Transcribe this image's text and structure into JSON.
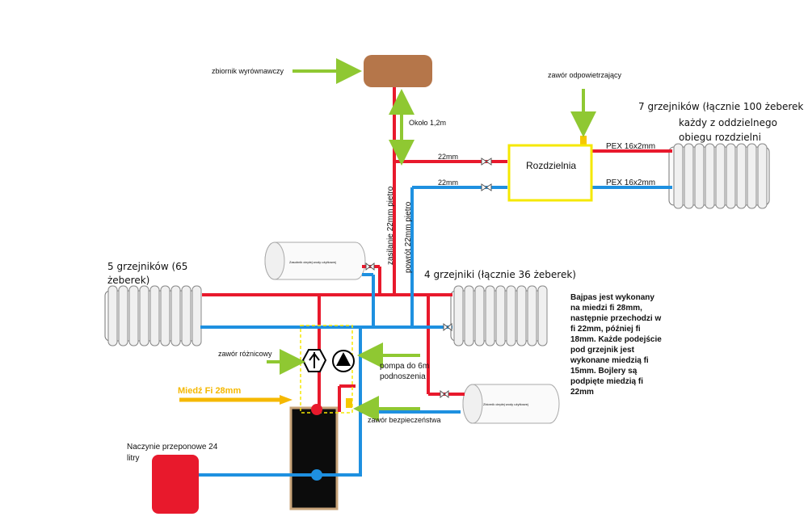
{
  "labels": {
    "expansion_tank": "zbiornik wyrównawczy",
    "height": "Około 1,2m",
    "supply_floor": "zasilanie 22mm pietro",
    "return_floor": "powrót 22mm pietro",
    "pipe_22_top": "22mm",
    "pipe_22_bottom": "22mm",
    "manifold": "Rozdzielnia",
    "air_valve": "zawór odpowietrzający",
    "pex_top": "PEX 16x2mm",
    "pex_bottom": "PEX 16x2mm",
    "rad7_line1": "7 grzejników (łącznie 100 żeberek",
    "rad7_line2": "każdy z oddzielnego",
    "rad7_line3": "obiegu rozdzielni",
    "rad5_line1": "5 grzejników (65",
    "rad5_line2": "żeberek)",
    "rad4": "4 grzejniki (łącznie 36 żeberek)",
    "boiler_top_text": "Zasobnik ciepłej wody użytkowej",
    "boiler_bottom_text": "Zbiornik ciepłej wody użytkowej",
    "diff_valve": "zawór różnicowy",
    "pump_line1": "pompa do 6m",
    "pump_line2": "podnoszenia",
    "copper": "Miedź Fi 28mm",
    "safety_valve": "zawór bezpieczeństwa",
    "membrane_line1": "Naczynie przeponowe 24",
    "membrane_line2": "litry",
    "note": [
      "Bajpas jest wykonany",
      "na miedzi fi 28mm,",
      "następnie przechodzi w",
      "fi 22mm, później fi",
      "18mm. Każde podejście",
      "pod grzejnik jest",
      "wykonane miedzią fi",
      "15mm. Bojlery są",
      "podpięte miedzią fi",
      "22mm"
    ]
  },
  "colors": {
    "supply": "#e8192c",
    "return": "#1e90e0",
    "arrow": "#c8f04a",
    "copper_text": "#f5b800",
    "manifold_border": "#f5e800",
    "expansion_tank": "#b5764a",
    "membrane_tank": "#e8192c"
  }
}
